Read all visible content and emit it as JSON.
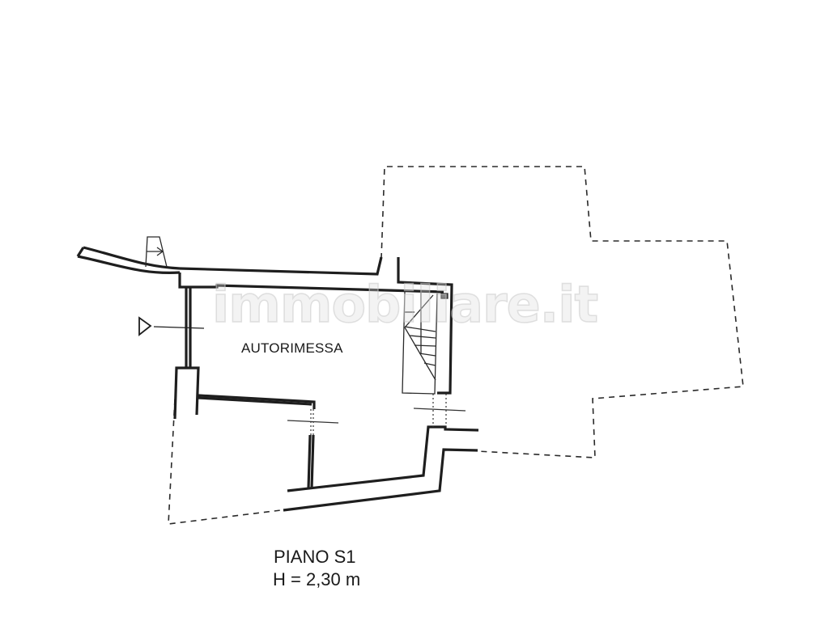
{
  "plan": {
    "room_label": "AUTORIMESSA",
    "floor_name": "PIANO  S1",
    "floor_height": "H = 2,30 m",
    "watermark": "immobiliare.it",
    "colors": {
      "wall": "#1e1e1e",
      "dashed_outline": "#2a2a2a",
      "thin_line": "#333333",
      "watermark": "#d8d8d8",
      "background": "#ffffff"
    },
    "icons": {
      "entrance_marker": "triangle-arrow-right",
      "stairs": "spiral-stair-hatch",
      "ramp_arrow": "arrow-right"
    }
  }
}
